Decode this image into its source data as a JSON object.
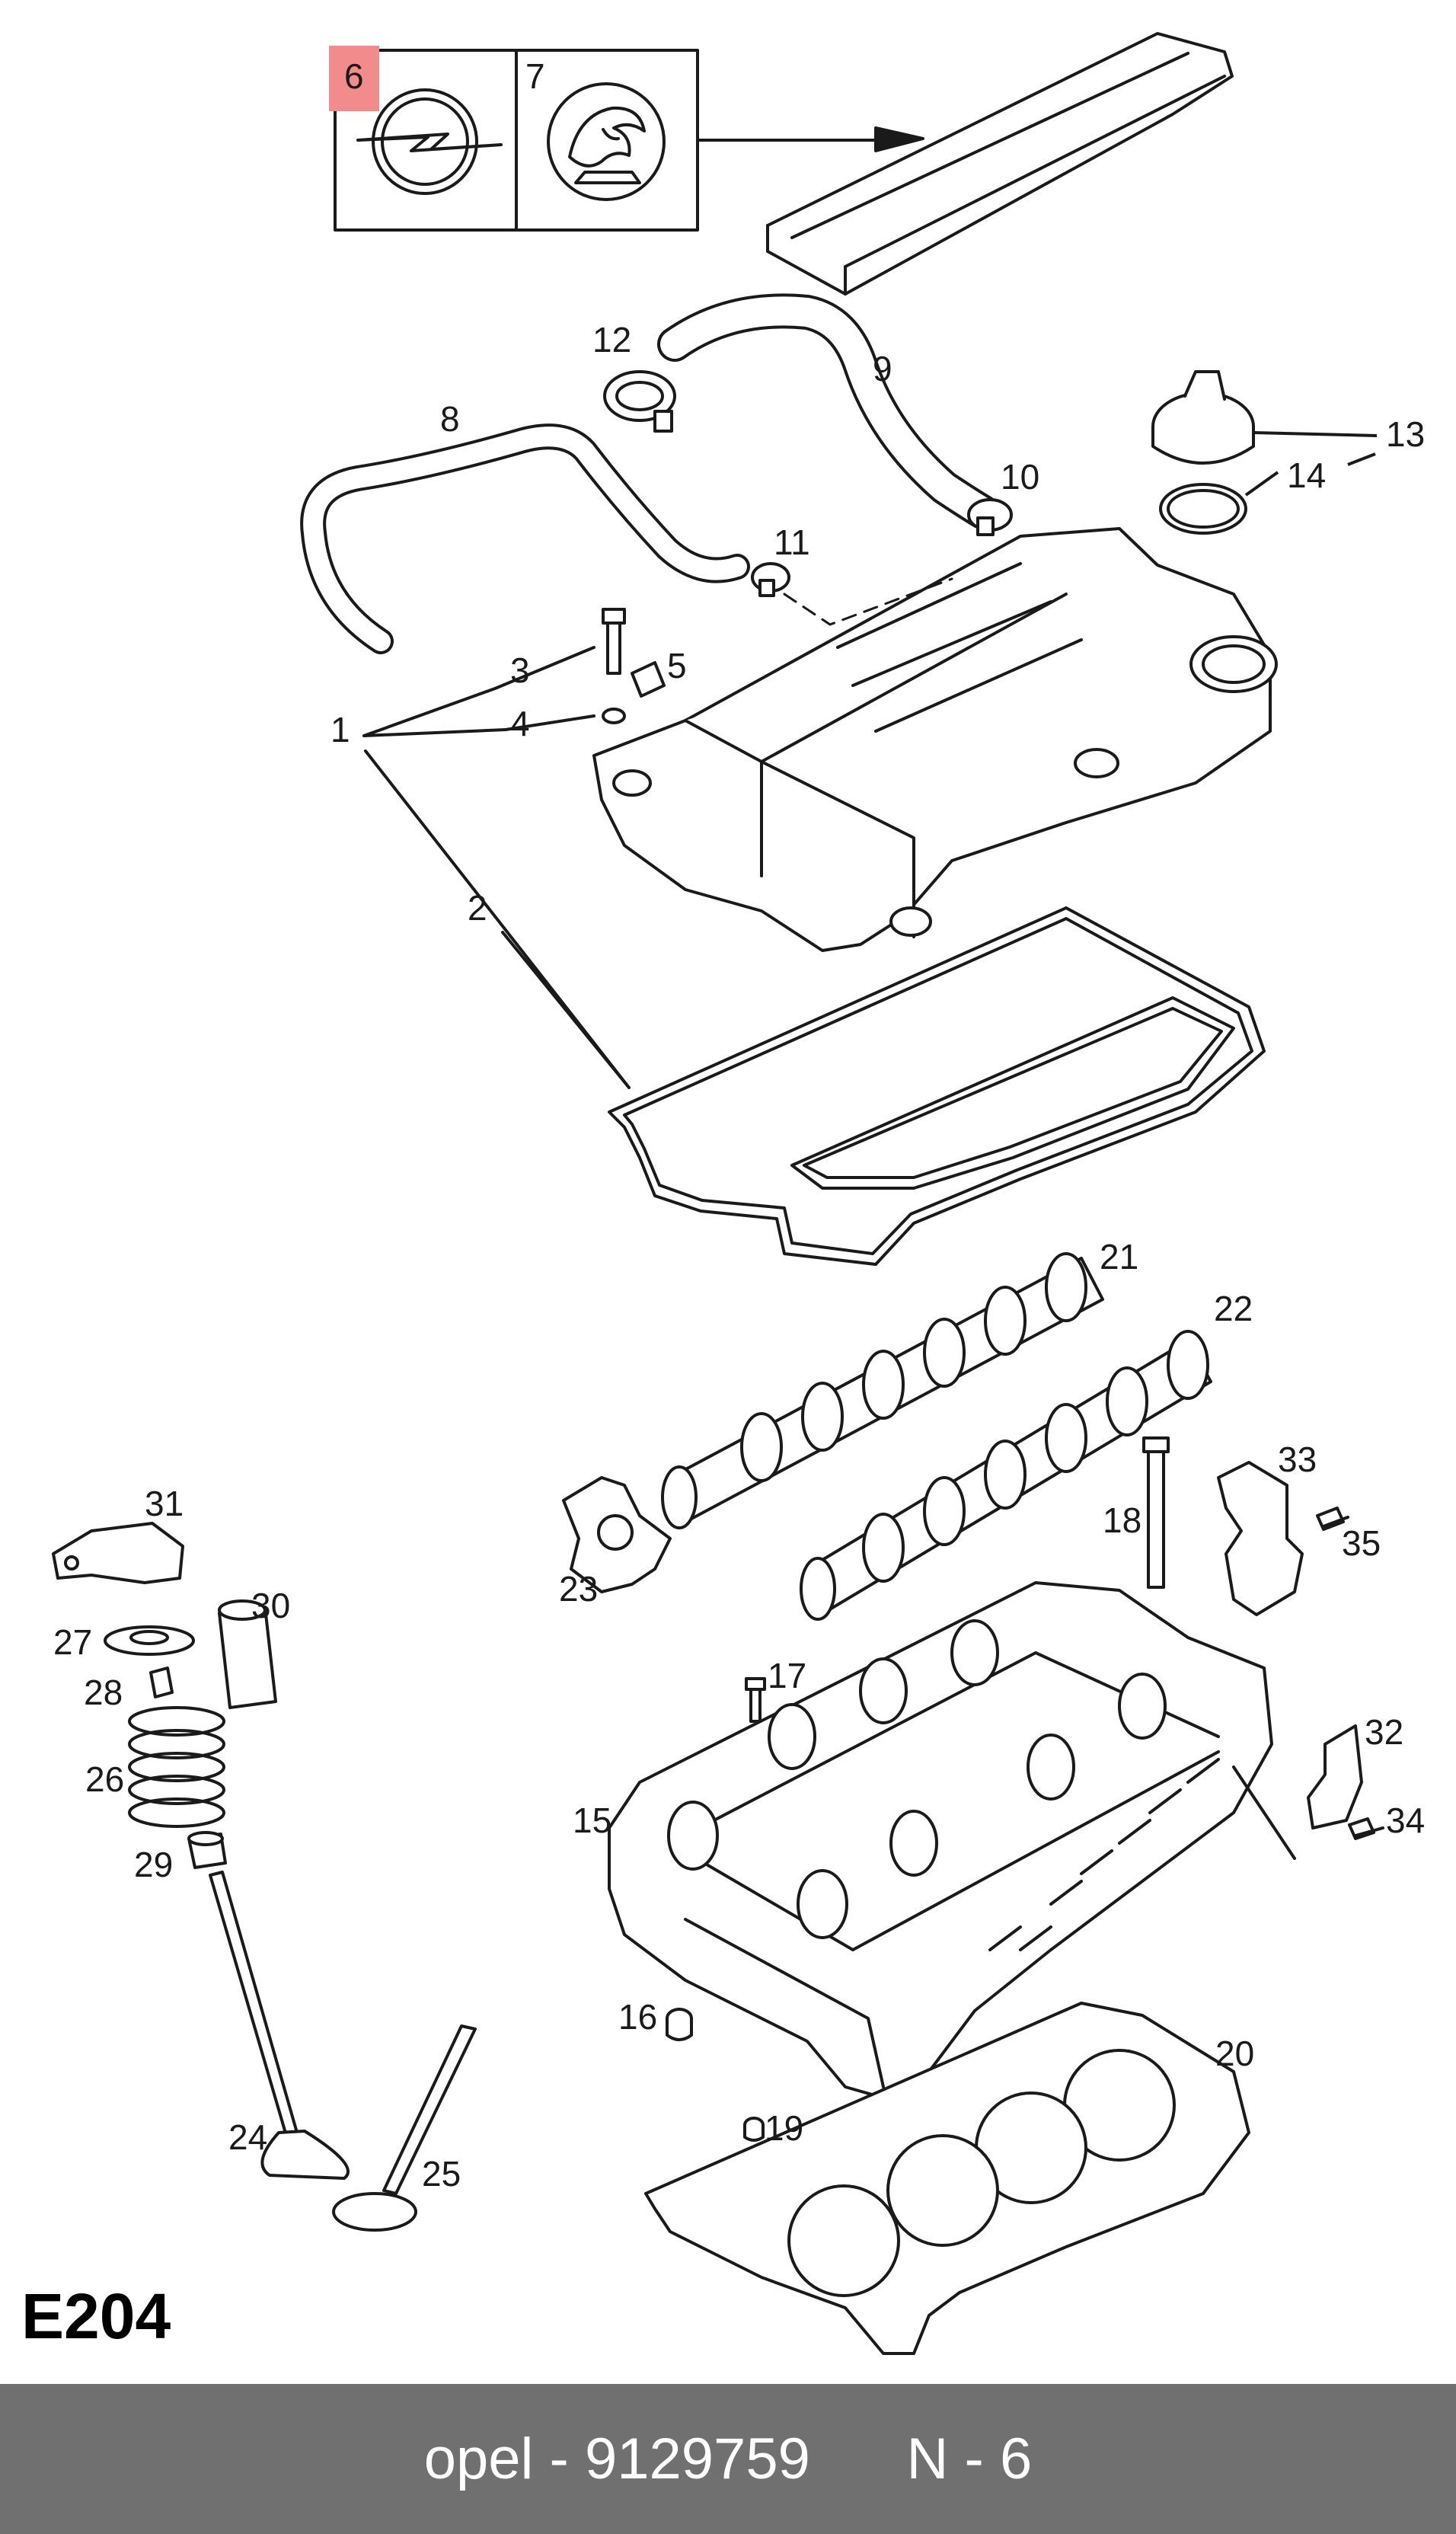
{
  "diagram": {
    "colors": {
      "line": "#1a1a1a",
      "highlight": "#f28b8b",
      "footer_bg": "#707070",
      "footer_text": "#ffffff"
    },
    "logos": {
      "logo_6": "opel-lightning-logo",
      "logo_7": "vauxhall-griffin-logo"
    },
    "callouts": {
      "c1": "1",
      "c2": "2",
      "c3": "3",
      "c4": "4",
      "c5": "5",
      "c6": "6",
      "c7": "7",
      "c8": "8",
      "c9": "9",
      "c10": "10",
      "c11": "11",
      "c12": "12",
      "c13": "13",
      "c14": "14",
      "c15": "15",
      "c16": "16",
      "c17": "17",
      "c18": "18",
      "c19": "19",
      "c20": "20",
      "c21": "21",
      "c22": "22",
      "c23": "23",
      "c24": "24",
      "c25": "25",
      "c26": "26",
      "c27": "27",
      "c28": "28",
      "c29": "29",
      "c30": "30",
      "c31": "31",
      "c32": "32",
      "c33": "33",
      "c34": "34",
      "c35": "35"
    },
    "diagram_code": "E204"
  },
  "footer": {
    "text": "opel - 9129759      N - 6"
  }
}
